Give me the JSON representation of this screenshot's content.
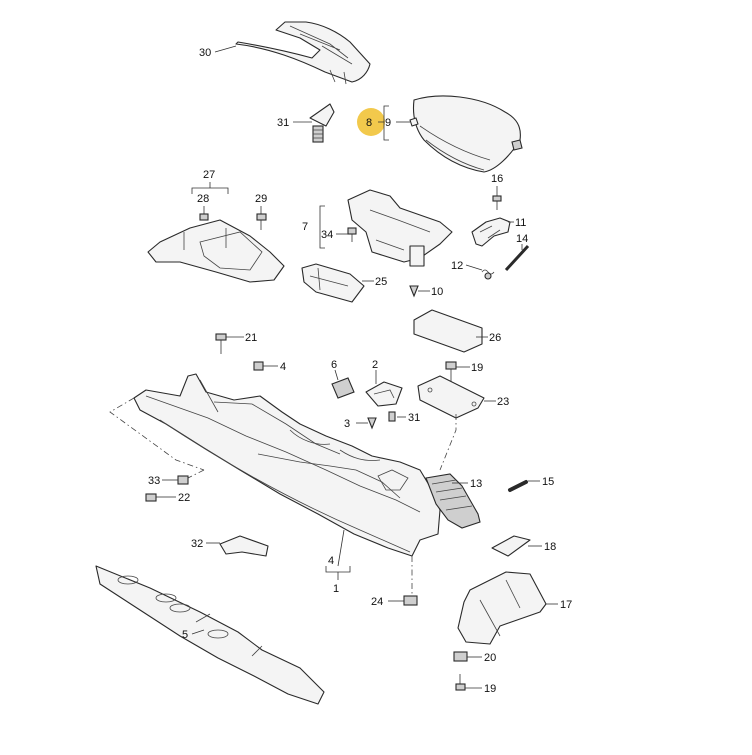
{
  "diagram": {
    "highlight_color": "#f2c94c",
    "callouts": {
      "c1": "1",
      "c2": "2",
      "c3": "3",
      "c4a": "4",
      "c4b": "4",
      "c5": "5",
      "c6": "6",
      "c7": "7",
      "c8": "8",
      "c9": "9",
      "c10": "10",
      "c11": "11",
      "c12": "12",
      "c13": "13",
      "c14": "14",
      "c15": "15",
      "c16": "16",
      "c17": "17",
      "c18": "18",
      "c19a": "19",
      "c19b": "19",
      "c20": "20",
      "c21": "21",
      "c22": "22",
      "c23": "23",
      "c24": "24",
      "c25": "25",
      "c26": "26",
      "c27": "27",
      "c28": "28",
      "c29": "29",
      "c30": "30",
      "c31a": "31",
      "c31b": "31",
      "c32": "32",
      "c33": "33",
      "c34": "34"
    }
  }
}
